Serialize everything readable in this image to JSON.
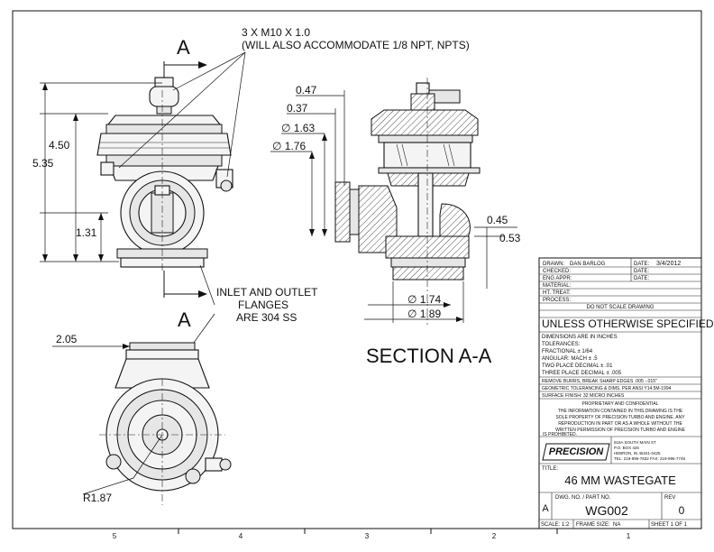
{
  "callouts": {
    "thread": "3 X M10 X 1.0",
    "thread_alt": "(WILL ALSO ACCOMMODATE 1/8 NPT, NPTS)",
    "flange_1": "INLET AND OUTLET",
    "flange_2": "FLANGES",
    "flange_3": "ARE 304 SS",
    "section_a_top": "A",
    "section_a_bottom": "A",
    "section_title": "SECTION A-A"
  },
  "dimensions": {
    "h_450": "4.50",
    "h_535": "5.35",
    "h_131": "1.31",
    "d_047": "0.47",
    "d_037": "0.37",
    "d_163": "∅ 1.63",
    "d_176": "∅ 1.76",
    "d_045": "0.45",
    "d_053": "0.53",
    "d_174": "∅ 1.74",
    "d_189": "∅ 1.89",
    "d_205": "2.05",
    "r_187": "R1.87"
  },
  "zones": [
    "5",
    "4",
    "3",
    "2",
    "1"
  ],
  "title_block": {
    "drawn_label": "DRAWN:",
    "drawn_name": "DAN BARLOG",
    "date_label": "DATE:",
    "drawn_date": "3/4/2012",
    "checked_label": "CHECKED:",
    "eng_appr_label": "ENG APPR:",
    "material_label": "MATERIAL:",
    "ht_treat_label": "HT. TREAT:",
    "process_label": "PROCESS:",
    "no_scale": "DO NOT SCALE DRAWING",
    "unless": "UNLESS OTHERWISE SPECIFIED:",
    "dims_inches": "DIMENSIONS ARE IN INCHES",
    "tolerances": "TOLERANCES:",
    "fractional": "FRACTIONAL ± 1/64",
    "angular": "ANGULAR: MACH ± .5",
    "two_place": "TWO PLACE DECIMAL   ± .01",
    "three_place": "THREE PLACE DECIMAL  ± .005",
    "burrs": "REMOVE BURRS, BREAK SHARP EDGES .005 -.015\"",
    "geometric": "GEOMETRIC TOLERANCING & DIMS. PER ANSI Y14.5M-1994",
    "surface": "SURFACE FINISH: 32 MICRO INCHES",
    "prop_title": "PROPRIETARY AND CONFIDENTIAL",
    "prop_1": "THE INFORMATION CONTAINED IN THIS DRAWING IS THE",
    "prop_2": "SOLE PROPERTY OF PRECISION TURBO AND ENGINE.  ANY",
    "prop_3": "REPRODUCTION IN PART OR AS A WHOLE WITHOUT THE",
    "prop_4": "WRITTEN PERMISSION OF PRECISION TURBO AND ENGINE",
    "prop_5": "IS PROHIBITED.",
    "logo_text": "PRECISION",
    "addr_1": "616A SOUTH MAIN ST",
    "addr_2": "P.O. BOX 425",
    "addr_3": "HEBRON, IN 46341-0425",
    "addr_4": "TEL: 219-996-7832 FAX: 219-996-7748",
    "title_label": "TITLE:",
    "title": "46 MM WASTEGATE",
    "size": "A",
    "dwg_label": "DWG. NO. / PART NO.",
    "dwg_no": "WG002",
    "rev_label": "REV",
    "rev": "0",
    "scale": "SCALE: 1:2",
    "frame_size": "FRAME SIZE:",
    "frame_size_val": "NA",
    "sheet": "SHEET 1 OF 1"
  }
}
